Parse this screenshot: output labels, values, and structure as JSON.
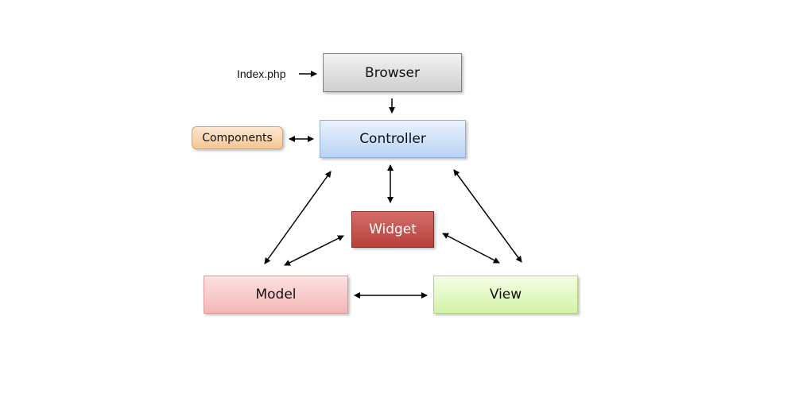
{
  "nodes": {
    "entry": "Index.php",
    "browser": "Browser",
    "controller": "Controller",
    "components": "Components",
    "widget": "Widget",
    "model": "Model",
    "view": "View"
  },
  "edges": [
    {
      "from": "entry",
      "to": "browser",
      "direction": "one-way"
    },
    {
      "from": "browser",
      "to": "controller",
      "direction": "one-way"
    },
    {
      "from": "components",
      "to": "controller",
      "direction": "two-way"
    },
    {
      "from": "controller",
      "to": "widget",
      "direction": "two-way"
    },
    {
      "from": "controller",
      "to": "model",
      "direction": "two-way"
    },
    {
      "from": "controller",
      "to": "view",
      "direction": "two-way"
    },
    {
      "from": "widget",
      "to": "model",
      "direction": "two-way"
    },
    {
      "from": "widget",
      "to": "view",
      "direction": "two-way"
    },
    {
      "from": "model",
      "to": "view",
      "direction": "two-way"
    }
  ],
  "colors": {
    "browser": "#dcdcdc",
    "controller": "#c9ddf7",
    "components": "#f9d3a9",
    "widget": "#c0504d",
    "model": "#f8c9c9",
    "view": "#e0f7c0",
    "arrow": "#000000"
  }
}
